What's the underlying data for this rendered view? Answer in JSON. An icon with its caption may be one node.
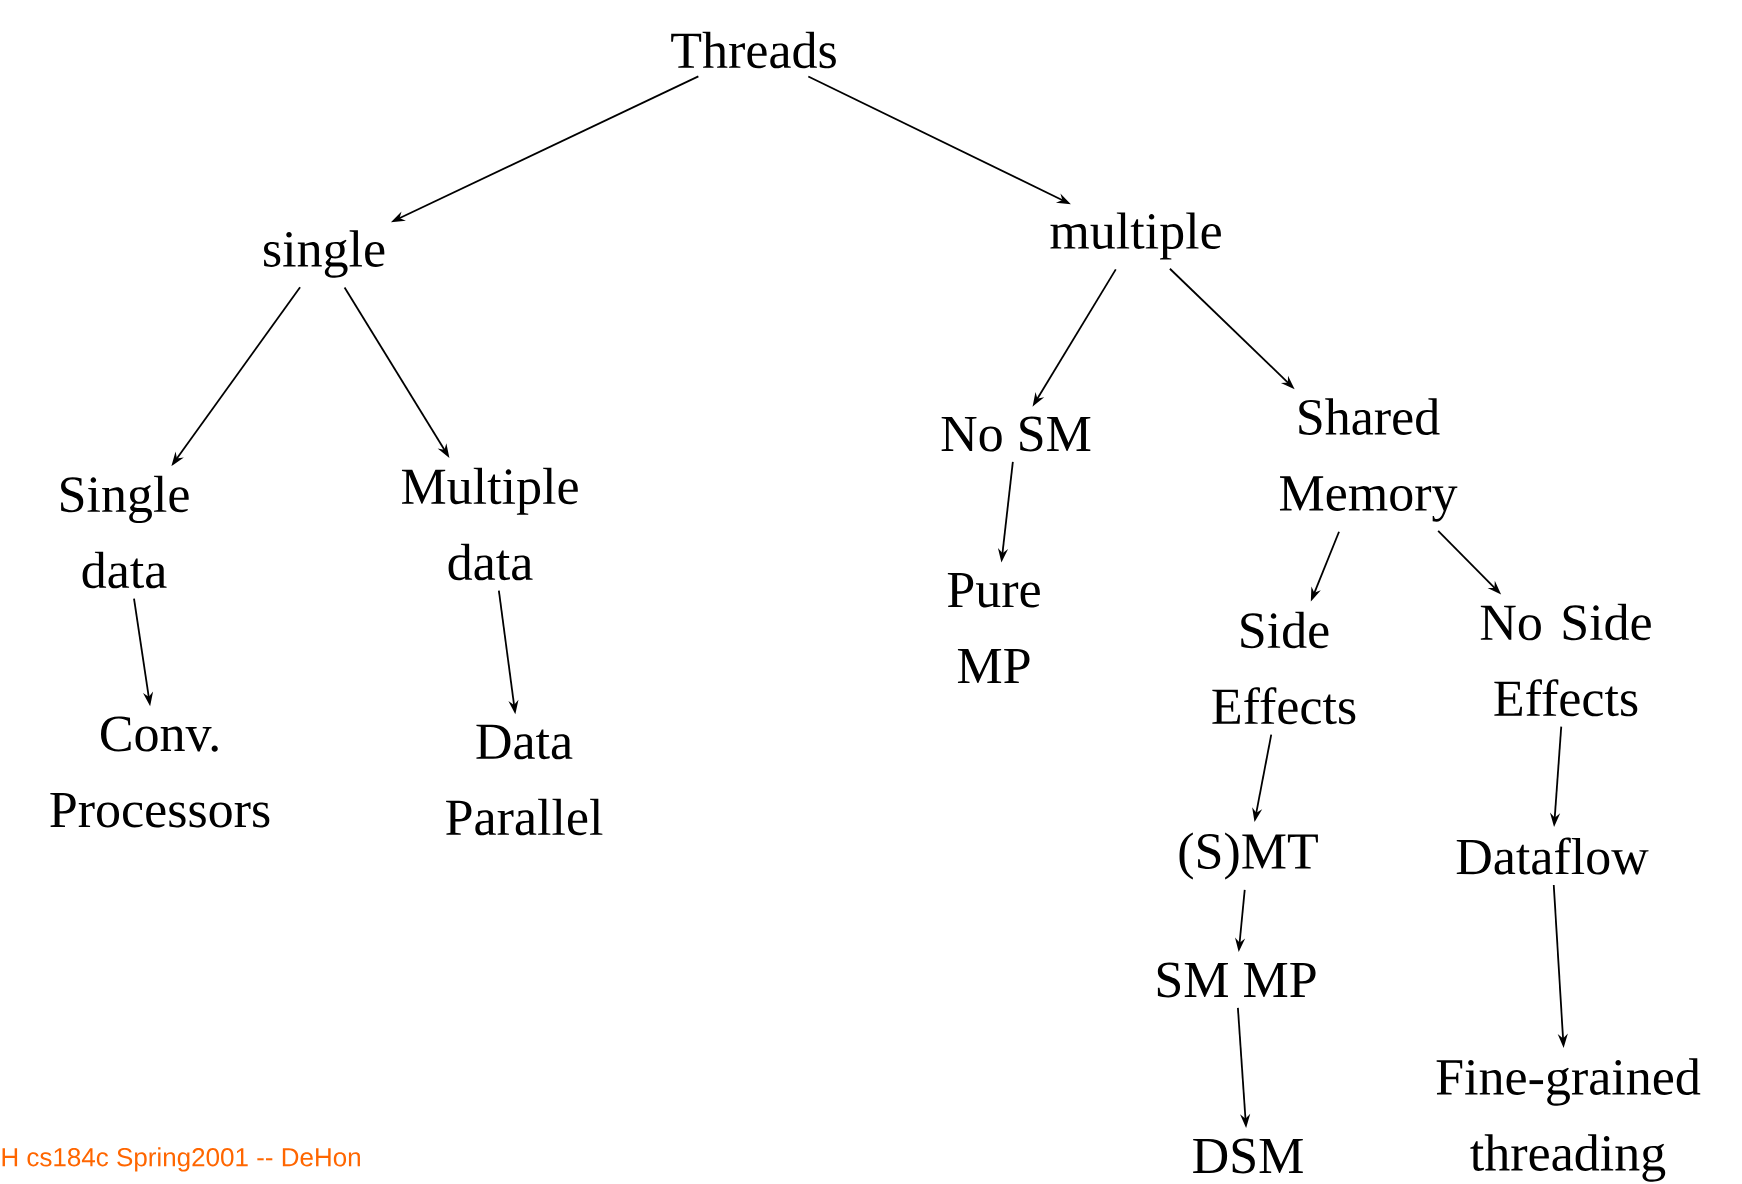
{
  "diagram": {
    "nodes": [
      {
        "text": [
          "Threads"
        ]
      },
      {
        "text": [
          "single"
        ]
      },
      {
        "text": [
          "multiple"
        ]
      },
      {
        "text": [
          "Single data"
        ]
      },
      {
        "text": [
          "Multiple data"
        ]
      },
      {
        "text": [
          "Conv. Processors"
        ]
      },
      {
        "text": [
          "Data Parallel"
        ]
      },
      {
        "text": [
          "No SM"
        ]
      },
      {
        "text": [
          "Pure MP"
        ]
      },
      {
        "text": [
          "Shared Memory"
        ]
      },
      {
        "text": [
          "Side Effects"
        ]
      },
      {
        "text": [
          "No Side Effects"
        ]
      },
      {
        "text": [
          "(S)MT"
        ]
      },
      {
        "text": [
          "Dataflow"
        ]
      },
      {
        "text": [
          "SM MP"
        ]
      },
      {
        "text": [
          "Fine-grained threading"
        ]
      },
      {
        "text": [
          "DSM"
        ]
      }
    ],
    "edges": [
      {
        "from": 0,
        "to": 1,
        "arrow": "to"
      },
      {
        "from": 0,
        "to": 2,
        "arrow": "to"
      },
      {
        "from": 1,
        "to": 3,
        "arrow": "to"
      },
      {
        "from": 1,
        "to": 4,
        "arrow": "to"
      },
      {
        "from": 3,
        "to": 5,
        "arrow": "to"
      },
      {
        "from": 4,
        "to": 6,
        "arrow": "to"
      },
      {
        "from": 2,
        "to": 7,
        "arrow": "to"
      },
      {
        "from": 2,
        "to": 9,
        "arrow": "to"
      },
      {
        "from": 7,
        "to": 8,
        "arrow": "to"
      },
      {
        "from": 9,
        "to": 10,
        "arrow": "to"
      },
      {
        "from": 9,
        "to": 11,
        "arrow": "to"
      },
      {
        "from": 10,
        "to": 12,
        "arrow": "to"
      },
      {
        "from": 11,
        "to": 13,
        "arrow": "to"
      },
      {
        "from": 12,
        "to": 14,
        "arrow": "to"
      },
      {
        "from": 13,
        "to": 15,
        "arrow": "to"
      },
      {
        "from": 14,
        "to": 16,
        "arrow": "to"
      }
    ],
    "labels": [
      "H cs184c Spring2001 -- DeHon"
    ]
  }
}
